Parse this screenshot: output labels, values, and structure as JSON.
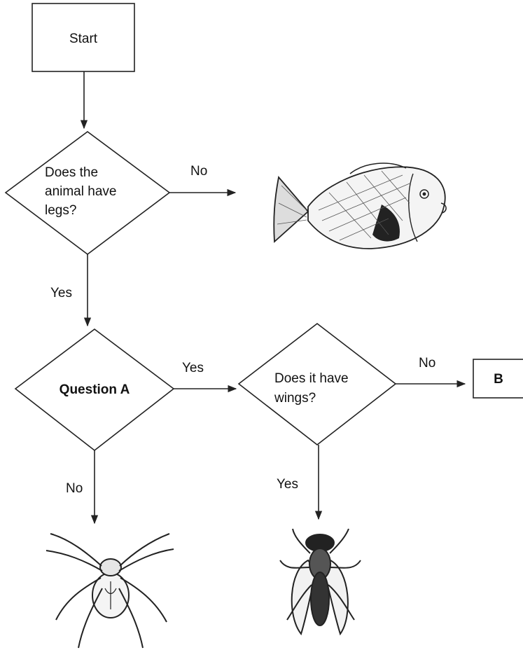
{
  "start_label": "Start",
  "decision_legs": [
    "Does the",
    "animal have",
    "legs?"
  ],
  "decision_a": "Question A",
  "decision_wings": [
    "Does it have",
    "wings?"
  ],
  "result_b": "B",
  "edge_no": "No",
  "edge_yes": "Yes"
}
